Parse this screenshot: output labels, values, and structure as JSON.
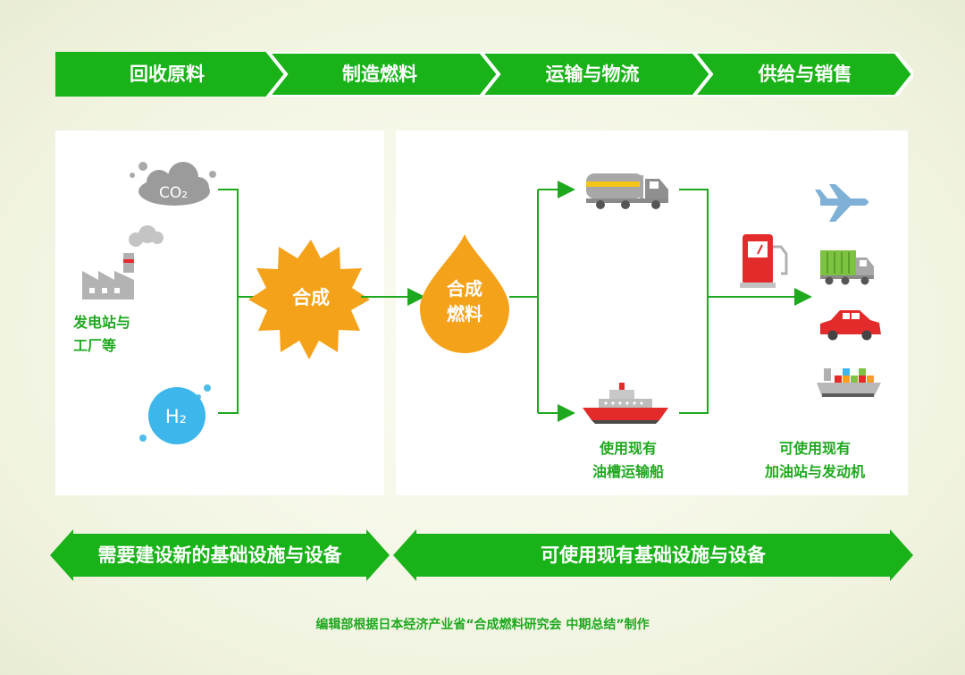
{
  "stages": [
    "回收原料",
    "制造燃料",
    "运输与物流",
    "供给与销售"
  ],
  "inputs": {
    "co2": "CO₂",
    "power_plant": [
      "发电站与",
      "工厂等"
    ],
    "h2": "H₂"
  },
  "process": {
    "synthesis": "合成",
    "fuel": [
      "合成",
      "燃料"
    ]
  },
  "transport": {
    "tanker_caption": [
      "使用现有",
      "油槽运输船"
    ]
  },
  "supply": {
    "station_caption": [
      "可使用现有",
      "加油站与发动机"
    ]
  },
  "bottom": {
    "left": "需要建设新的基础设施与设备",
    "right": "可使用现有基础设施与设备"
  },
  "credit": "编辑部根据日本经济产业省“合成燃料研究会 中期总结”制作",
  "colors": {
    "green": "#19b219",
    "orange": "#f5a21b",
    "gray": "#9b9b9b",
    "red": "#e32b2b"
  }
}
